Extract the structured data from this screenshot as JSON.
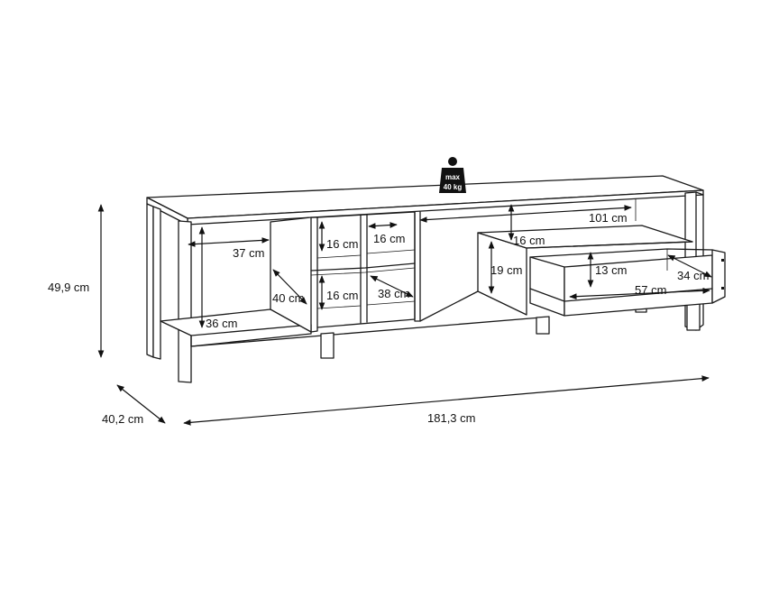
{
  "product": {
    "outline_color": "#1a1a1a",
    "background": "#ffffff"
  },
  "weight_badge": {
    "icon": "weight-icon",
    "line1": "max",
    "line2": "40 kg"
  },
  "dimensions": {
    "height_total": "49,9 cm",
    "depth_total": "40,2 cm",
    "width_total": "181,3 cm",
    "left_width": "37 cm",
    "left_height": "36 cm",
    "left_depth": "40 cm",
    "cube_top_height": "16 cm",
    "cube_top_width": "16 cm",
    "cube_bottom_height": "16 cm",
    "cube_depth": "38 cm",
    "right_width": "101 cm",
    "right_upper_height": "16 cm",
    "drawer_front_height": "19 cm",
    "drawer_inner_height": "13 cm",
    "drawer_width": "57 cm",
    "drawer_depth": "34 cm"
  }
}
